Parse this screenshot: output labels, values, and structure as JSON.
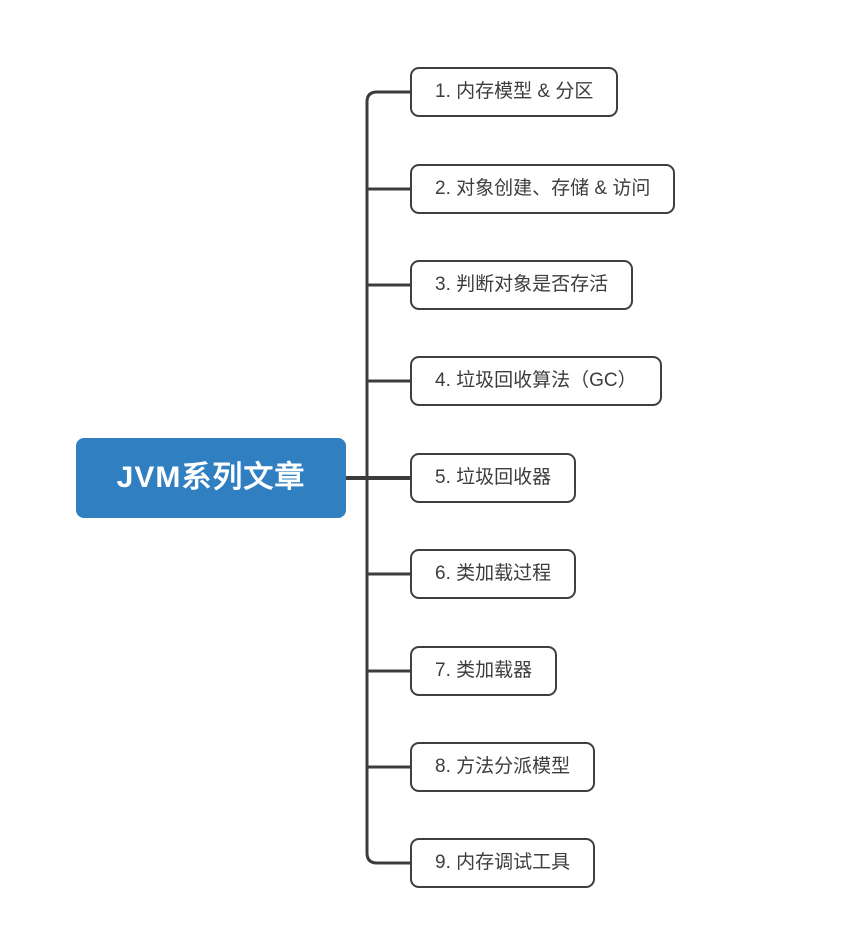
{
  "diagram": {
    "type": "mindmap",
    "title": "JVM系列文章",
    "root": {
      "label": "JVM系列文章"
    },
    "branches": [
      {
        "label": "1. 内存模型 & 分区"
      },
      {
        "label": "2. 对象创建、存储 & 访问"
      },
      {
        "label": "3. 判断对象是否存活"
      },
      {
        "label": "4. 垃圾回收算法（GC）"
      },
      {
        "label": "5. 垃圾回收器"
      },
      {
        "label": "6. 类加载过程"
      },
      {
        "label": "7. 类加载器"
      },
      {
        "label": "8. 方法分派模型"
      },
      {
        "label": "9. 内存调试工具"
      }
    ],
    "colors": {
      "canvas-bg": "#ffffff",
      "root-bg": "#2f7fc1",
      "root-text": "#ffffff",
      "line": "#3c3c3c",
      "node-border": "#3f3f3f",
      "node-text": "#3d3d3d"
    }
  }
}
